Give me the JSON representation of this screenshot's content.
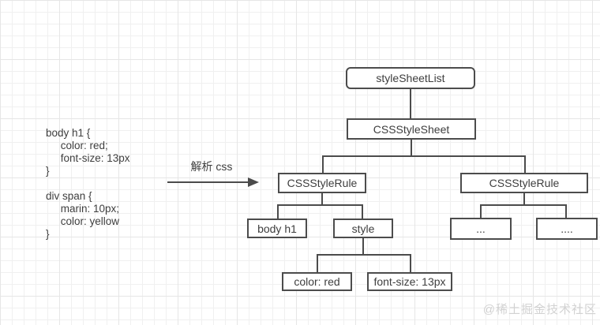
{
  "code_block": {
    "lines": [
      "body h1 {",
      "     color: red;",
      "     font-size: 13px",
      "}",
      "",
      "div span {",
      "     marin: 10px;",
      "     color: yellow",
      "}"
    ]
  },
  "arrow": {
    "label": "解析 css"
  },
  "tree": {
    "root": "styleSheetList",
    "stylesheet": "CSSStyleSheet",
    "rule_left": "CSSStyleRule",
    "rule_right": "CSSStyleRule",
    "selector": "body h1",
    "style_node": "style",
    "decl_color": "color: red",
    "decl_font_size": "font-size: 13px",
    "ellipsis_short": "...",
    "ellipsis_long": "...."
  },
  "watermark": "@稀土掘金技术社区",
  "colors": {
    "line": "#4b4b4b",
    "node_border": "#4c4c4c",
    "text": "#3e3e3e",
    "grid_minor": "#f0f0f0",
    "grid_major": "#e6e6e6",
    "watermark": "#d2d2d2",
    "background": "#ffffff"
  }
}
